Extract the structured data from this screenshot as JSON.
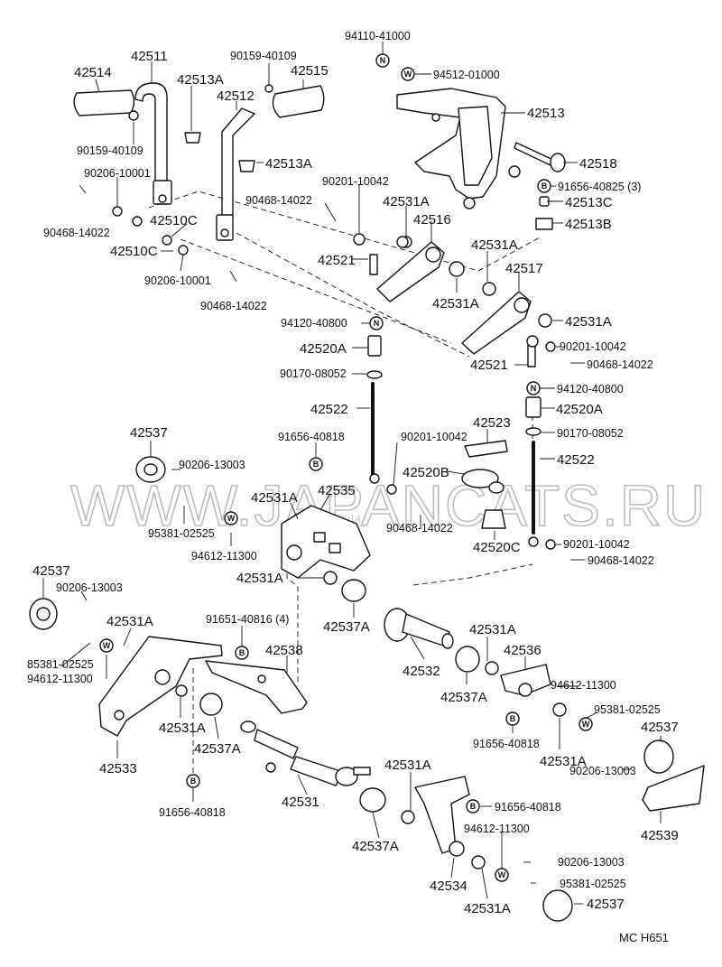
{
  "diagram": {
    "watermark": "WWW.JAPANCATS.RU",
    "watermark_small": "10.2014",
    "page_code": "MC  H651",
    "symbols": {
      "nut": "N",
      "washer": "W",
      "bolt": "B"
    },
    "labels": [
      {
        "id": "l1",
        "text": "94110-41000"
      },
      {
        "id": "l2",
        "text": "94512-01000"
      },
      {
        "id": "l3",
        "text": "42511",
        "big": true
      },
      {
        "id": "l4",
        "text": "42514",
        "big": true
      },
      {
        "id": "l5",
        "text": "42513A",
        "big": true
      },
      {
        "id": "l6",
        "text": "90159-40109"
      },
      {
        "id": "l7",
        "text": "42515",
        "big": true
      },
      {
        "id": "l8",
        "text": "42512",
        "big": true
      },
      {
        "id": "l9",
        "text": "42513",
        "big": true
      },
      {
        "id": "l10",
        "text": "90159-40109"
      },
      {
        "id": "l11",
        "text": "42513A",
        "big": true
      },
      {
        "id": "l12",
        "text": "42518",
        "big": true
      },
      {
        "id": "l13",
        "text": "91656-40825 (3)"
      },
      {
        "id": "l14",
        "text": "42513C",
        "big": true
      },
      {
        "id": "l15",
        "text": "42513B",
        "big": true
      },
      {
        "id": "l16",
        "text": "90206-10001"
      },
      {
        "id": "l17",
        "text": "90201-10042"
      },
      {
        "id": "l18",
        "text": "42531A",
        "big": true
      },
      {
        "id": "l19",
        "text": "90468-14022"
      },
      {
        "id": "l20",
        "text": "42516",
        "big": true
      },
      {
        "id": "l21",
        "text": "90468-14022"
      },
      {
        "id": "l22",
        "text": "42510C",
        "big": true
      },
      {
        "id": "l23",
        "text": "42510C",
        "big": true
      },
      {
        "id": "l24",
        "text": "42531A",
        "big": true
      },
      {
        "id": "l25",
        "text": "42521",
        "big": true
      },
      {
        "id": "l26",
        "text": "42517",
        "big": true
      },
      {
        "id": "l27",
        "text": "90206-10001"
      },
      {
        "id": "l28",
        "text": "42531A",
        "big": true
      },
      {
        "id": "l29",
        "text": "90468-14022"
      },
      {
        "id": "l30",
        "text": "42531A",
        "big": true
      },
      {
        "id": "l31",
        "text": "94120-40800"
      },
      {
        "id": "l32",
        "text": "42520A",
        "big": true
      },
      {
        "id": "l33",
        "text": "90201-10042"
      },
      {
        "id": "l34",
        "text": "90170-08052"
      },
      {
        "id": "l35",
        "text": "42521",
        "big": true
      },
      {
        "id": "l36",
        "text": "90468-14022"
      },
      {
        "id": "l37",
        "text": "94120-40800"
      },
      {
        "id": "l38",
        "text": "42522",
        "big": true
      },
      {
        "id": "l39",
        "text": "42520A",
        "big": true
      },
      {
        "id": "l40",
        "text": "42523",
        "big": true
      },
      {
        "id": "l41",
        "text": "90170-08052"
      },
      {
        "id": "l42",
        "text": "42537",
        "big": true
      },
      {
        "id": "l43",
        "text": "91656-40818"
      },
      {
        "id": "l44",
        "text": "90201-10042"
      },
      {
        "id": "l45",
        "text": "42522",
        "big": true
      },
      {
        "id": "l46",
        "text": "90206-13003"
      },
      {
        "id": "l47",
        "text": "42520B",
        "big": true
      },
      {
        "id": "l48",
        "text": "42531A",
        "big": true
      },
      {
        "id": "l49",
        "text": "42535",
        "big": true
      },
      {
        "id": "l50",
        "text": "90468-14022"
      },
      {
        "id": "l51",
        "text": "95381-02525"
      },
      {
        "id": "l52",
        "text": "42520C",
        "big": true
      },
      {
        "id": "l53",
        "text": "94612-11300"
      },
      {
        "id": "l54",
        "text": "90201-10042"
      },
      {
        "id": "l55",
        "text": "90468-14022"
      },
      {
        "id": "l56",
        "text": "42537",
        "big": true
      },
      {
        "id": "l57",
        "text": "90206-13003"
      },
      {
        "id": "l58",
        "text": "42531A",
        "big": true
      },
      {
        "id": "l59",
        "text": "42531A",
        "big": true
      },
      {
        "id": "l60",
        "text": "91651-40816 (4)"
      },
      {
        "id": "l61",
        "text": "42537A",
        "big": true
      },
      {
        "id": "l62",
        "text": "85381-02525"
      },
      {
        "id": "l63",
        "text": "94612-11300"
      },
      {
        "id": "l64",
        "text": "42538",
        "big": true
      },
      {
        "id": "l65",
        "text": "42531A",
        "big": true
      },
      {
        "id": "l66",
        "text": "42536",
        "big": true
      },
      {
        "id": "l67",
        "text": "42532",
        "big": true
      },
      {
        "id": "l68",
        "text": "42537A",
        "big": true
      },
      {
        "id": "l69",
        "text": "94612-11300"
      },
      {
        "id": "l70",
        "text": "95381-02525"
      },
      {
        "id": "l71",
        "text": "42531A",
        "big": true
      },
      {
        "id": "l72",
        "text": "42537A",
        "big": true
      },
      {
        "id": "l73",
        "text": "42537",
        "big": true
      },
      {
        "id": "l74",
        "text": "91656-40818"
      },
      {
        "id": "l75",
        "text": "42533",
        "big": true
      },
      {
        "id": "l76",
        "text": "42531A",
        "big": true
      },
      {
        "id": "l77",
        "text": "90206-13003"
      },
      {
        "id": "l78",
        "text": "42531A",
        "big": true
      },
      {
        "id": "l79",
        "text": "42531",
        "big": true
      },
      {
        "id": "l80",
        "text": "91656-40818"
      },
      {
        "id": "l81",
        "text": "42539",
        "big": true
      },
      {
        "id": "l82",
        "text": "91656-40818"
      },
      {
        "id": "l83",
        "text": "94612-11300"
      },
      {
        "id": "l84",
        "text": "42537A",
        "big": true
      },
      {
        "id": "l85",
        "text": "42534",
        "big": true
      },
      {
        "id": "l86",
        "text": "90206-13003"
      },
      {
        "id": "l87",
        "text": "95381-02525"
      },
      {
        "id": "l88",
        "text": "42531A",
        "big": true
      },
      {
        "id": "l89",
        "text": "42537",
        "big": true
      }
    ]
  }
}
